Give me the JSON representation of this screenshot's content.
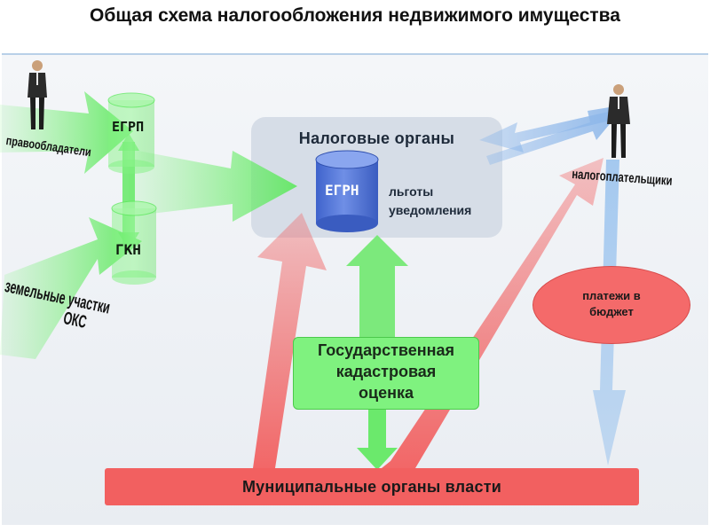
{
  "title": "Общая схема налогообложения недвижимого имущества",
  "tax_authorities": {
    "title": "Налоговые органы",
    "db_label": "ЕГРН",
    "side_lines": [
      "льготы",
      "уведомления"
    ]
  },
  "registries": {
    "egrp": "ЕГРП",
    "gkn": "ГКН"
  },
  "left_labels": {
    "owners": "правообладатели",
    "land": "земельные участки",
    "oks": "ОКС"
  },
  "right_labels": {
    "taxpayers": "налогоплательщики",
    "budget": "платежи в бюджет"
  },
  "cadastral": {
    "lines": [
      "Государственная",
      "кадастровая",
      "оценка"
    ]
  },
  "municipal": {
    "label": "Муниципальные органы власти"
  },
  "colors": {
    "green": "#7ff27f",
    "red": "#f26060",
    "blue": "#9cc4ee",
    "cylinder_blue": "#4a6fd6"
  }
}
